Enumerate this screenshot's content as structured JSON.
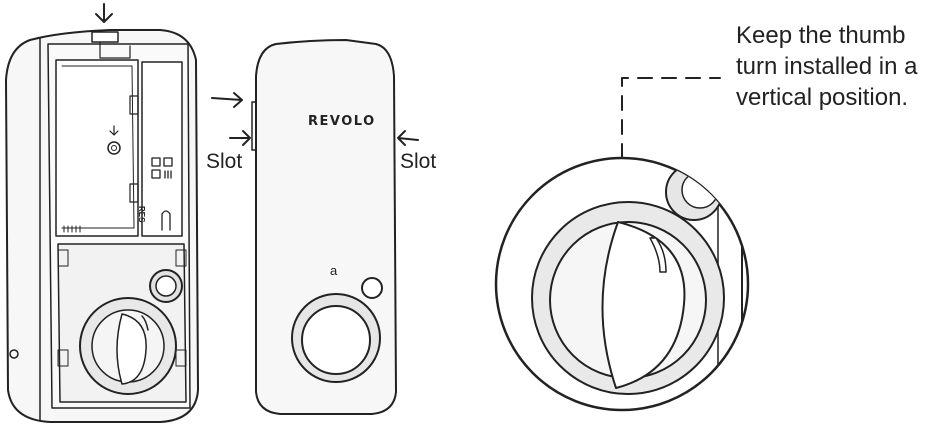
{
  "labels": {
    "slot_left": "Slot",
    "slot_right": "Slot",
    "brand": "REVOLO",
    "marker": "a",
    "res": "RES"
  },
  "note": {
    "lines": [
      "Keep the thumb",
      "turn installed in a",
      "vertical position."
    ]
  },
  "icons": [
    "down-arrow-icon",
    "right-arrow-icon",
    "left-arrow-icon",
    "qr-code-icon",
    "reset-pin-icon"
  ],
  "colors": {
    "line": "#222222",
    "fill_light": "#f5f5f5",
    "fill_mid": "#e6e6e6"
  }
}
